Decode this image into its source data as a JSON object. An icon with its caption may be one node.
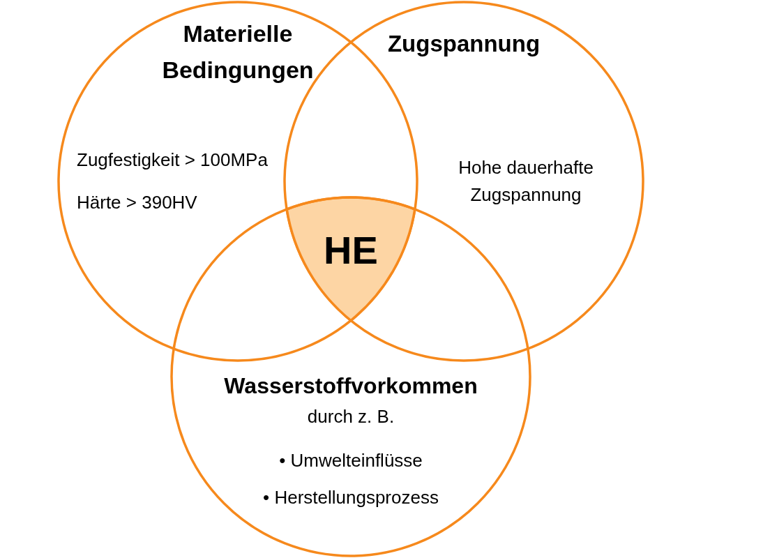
{
  "diagram": {
    "nodes": [
      {
        "text": [
          "Materielle Bedingungen",
          "Zugfestigkeit > 100MPa",
          "Härte > 390HV"
        ]
      },
      {
        "text": [
          "Zugspannung",
          "Hohe dauerhafte Zugspannung"
        ]
      },
      {
        "text": [
          "HE"
        ]
      },
      {
        "text": [
          "Wasserstoffvorkommen",
          "durch z. B.",
          "• Umwelteinflüsse",
          "• Herstellungsprozess"
        ]
      }
    ]
  }
}
